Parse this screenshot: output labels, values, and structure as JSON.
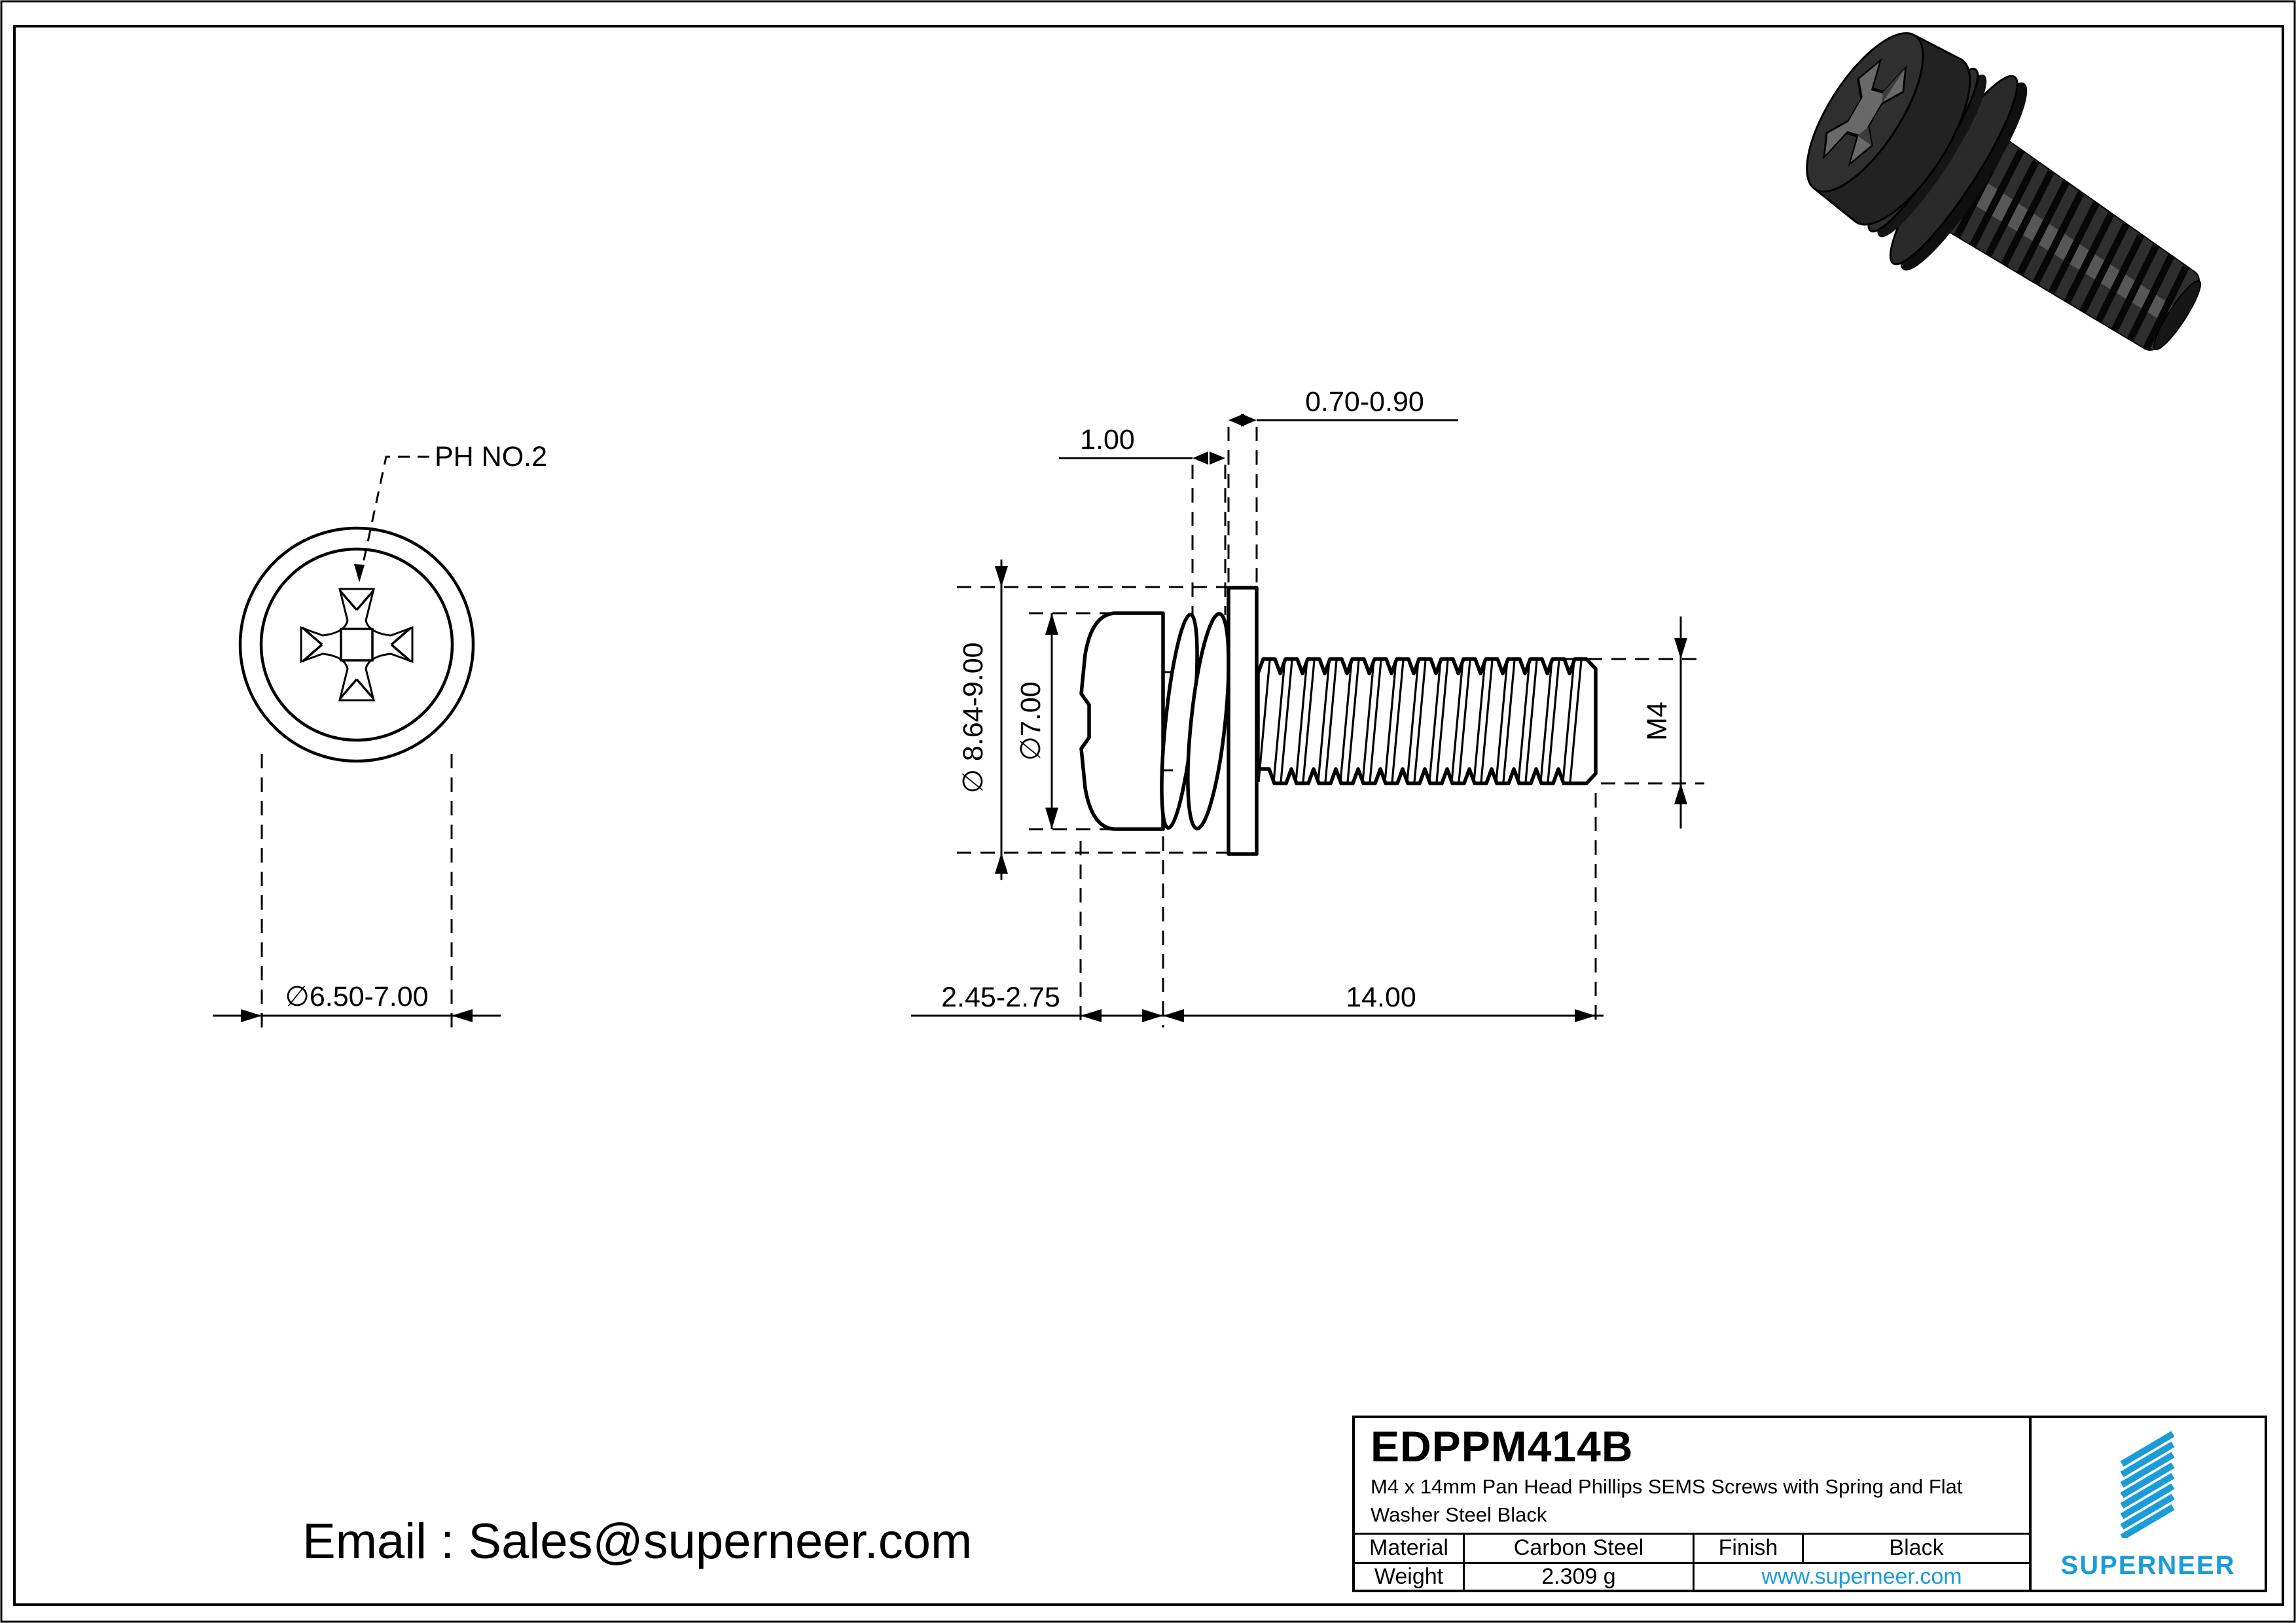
{
  "drawing": {
    "front_view": {
      "recess_label": "PH NO.2",
      "head_diameter": "∅6.50-7.00"
    },
    "side_view": {
      "flat_washer_thickness": "0.70-0.90",
      "spring_washer_thickness": "1.00",
      "flat_washer_od": "∅ 8.64-9.00",
      "head_diameter": "∅7.00",
      "head_height": "2.45-2.75",
      "thread_length": "14.00",
      "thread_size": "M4"
    }
  },
  "contact": {
    "email": "Email : Sales@superneer.com"
  },
  "title_block": {
    "part_number": "EDPPM414B",
    "description_line1": "M4 x 14mm Pan Head Phillips SEMS Screws with Spring and Flat",
    "description_line2": "Washer Steel Black",
    "material_label": "Material",
    "material_value": "Carbon Steel",
    "finish_label": "Finish",
    "finish_value": "Black",
    "weight_label": "Weight",
    "weight_value": "2.309 g",
    "website": "www.superneer.com",
    "brand": "SUPERNEER"
  },
  "colors": {
    "accent": "#1b9cd8",
    "line": "#000000",
    "background": "#ffffff"
  }
}
